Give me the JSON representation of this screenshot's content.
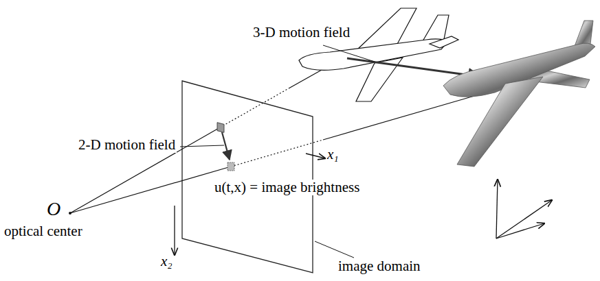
{
  "diagram": {
    "labels": [
      "3-D motion field",
      "2-D motion field",
      "x₁",
      "u(t,x) = image brightness",
      "O",
      "optical center",
      "x₂",
      "image domain"
    ]
  }
}
